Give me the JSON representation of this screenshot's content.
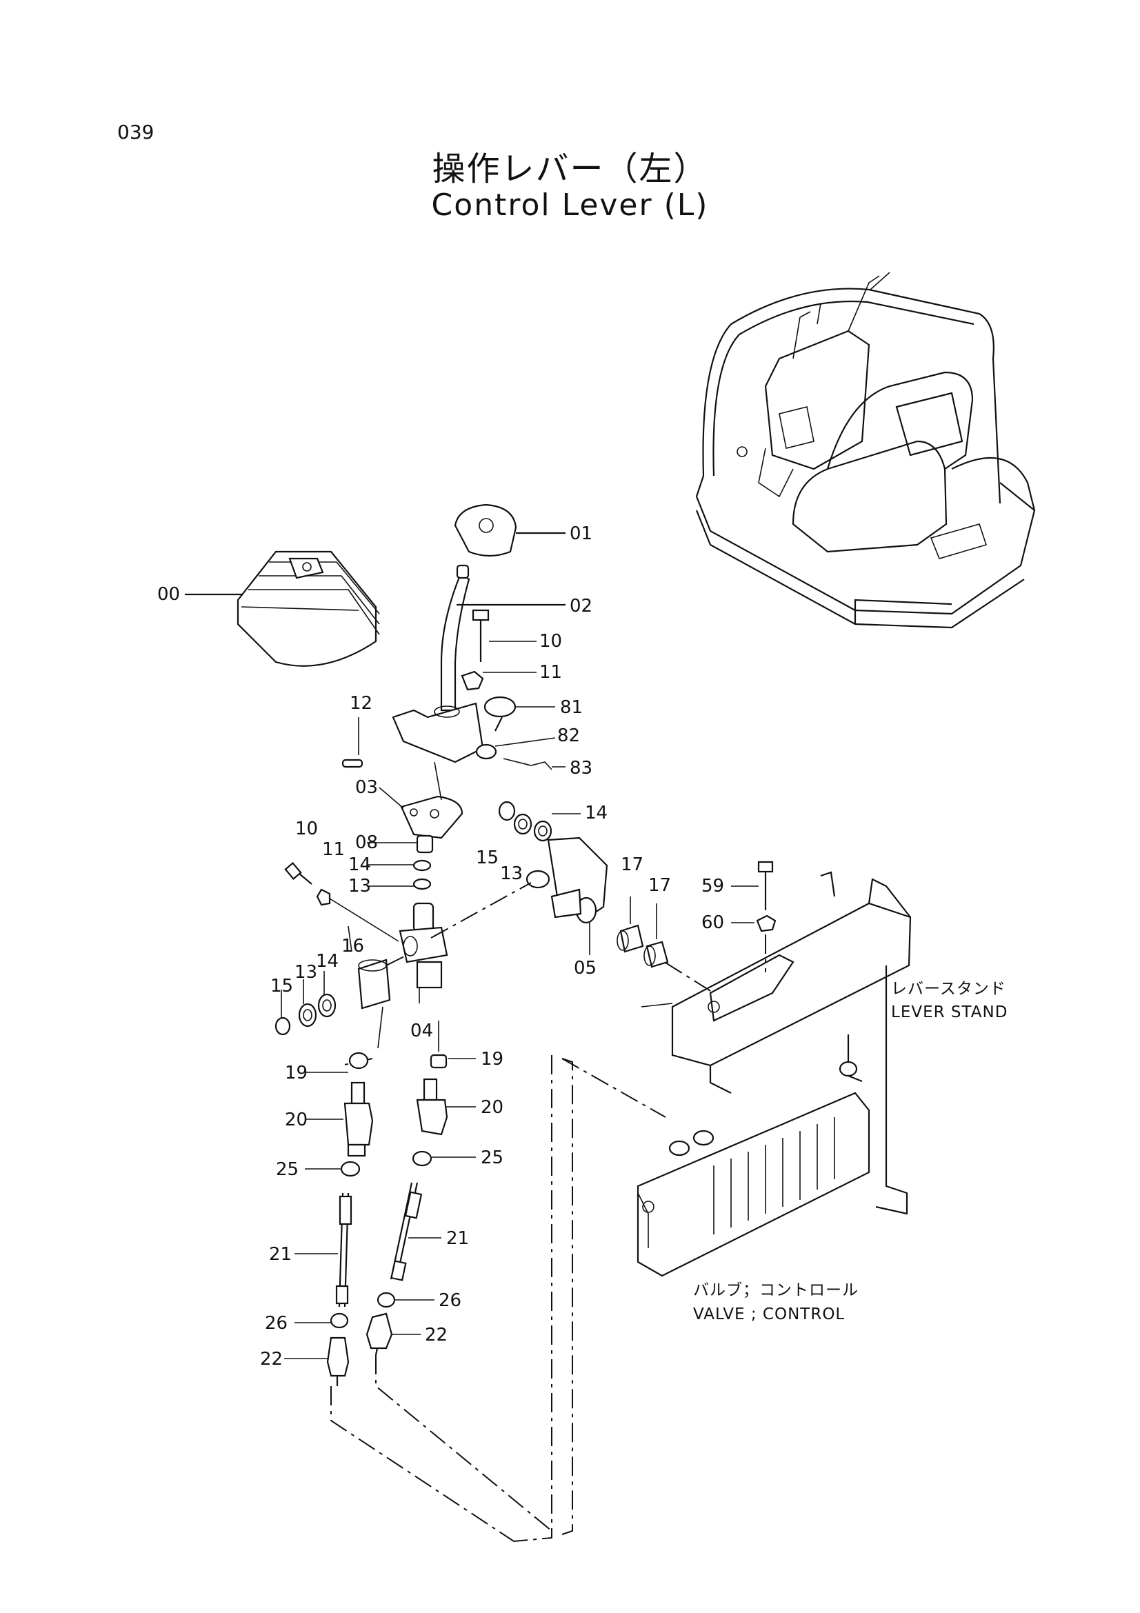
{
  "page": {
    "number": "039"
  },
  "title": {
    "ja": "操作レバー（左）",
    "en": "Control Lever (L)"
  },
  "captions": {
    "lever_stand_ja": "レバースタンド",
    "lever_stand_en": "LEVER STAND",
    "valve_ja": "バルブ；コントロール",
    "valve_en": "VALVE ; CONTROL"
  },
  "callouts": [
    "01",
    "00",
    "02",
    "10",
    "11",
    "81",
    "12",
    "82",
    "83",
    "03",
    "14",
    "08",
    "15",
    "13",
    "10",
    "11",
    "14",
    "13",
    "17",
    "17",
    "59",
    "60",
    "16",
    "05",
    "13",
    "14",
    "15",
    "04",
    "19",
    "19",
    "20",
    "20",
    "25",
    "25",
    "21",
    "21",
    "26",
    "26",
    "22",
    "22"
  ]
}
